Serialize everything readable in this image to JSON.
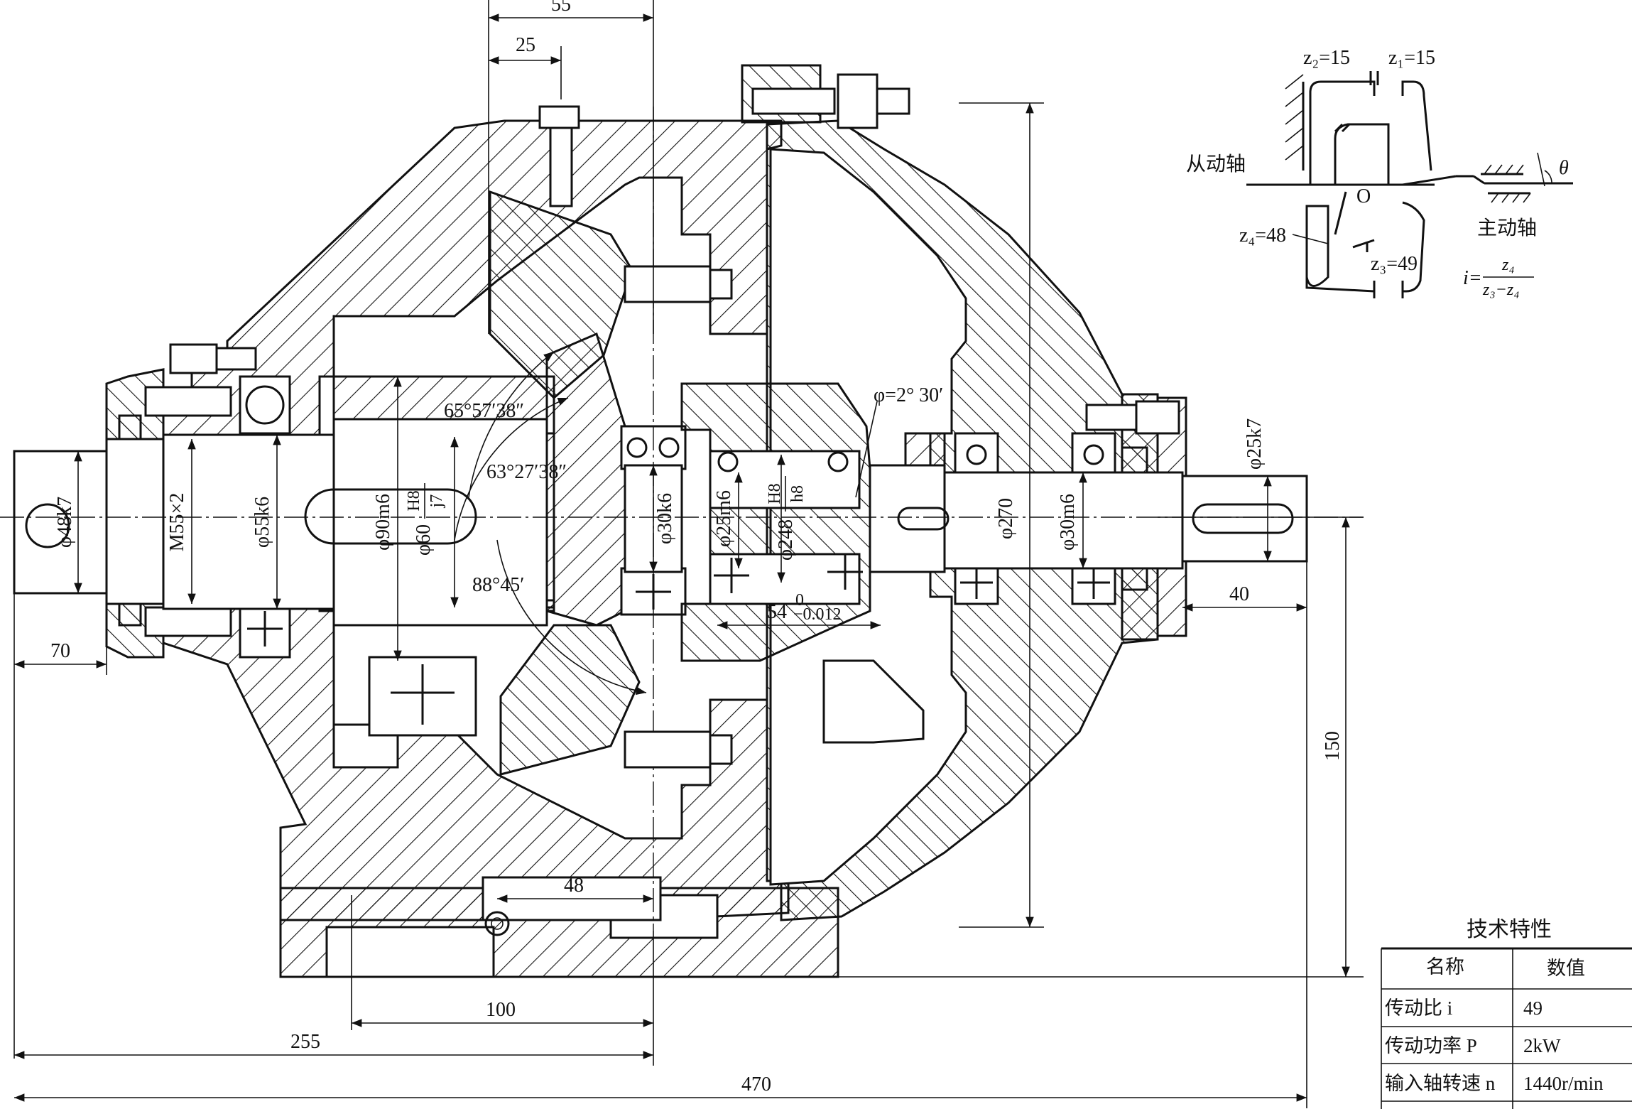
{
  "dimensions": {
    "d55": "55",
    "d25": "25",
    "d70": "70",
    "d255": "255",
    "d100": "100",
    "d48": "48",
    "d470": "470",
    "d40": "40",
    "d150": "150",
    "phi48k7": "φ48k7",
    "m55": "M55×2",
    "phi55k6": "φ55k6",
    "phi90m6": "φ90m6",
    "phi60": "φ60",
    "fit_h8": "H8",
    "fit_j7": "j7",
    "phi30k6": "φ30k6",
    "phi25m6": "φ25m6",
    "phi248": "φ248",
    "fit_h8b": "H8",
    "fit_h8n": "h8",
    "phi270": "φ270",
    "phi30m6": "φ30m6",
    "phi25k7": "φ25k7",
    "ang1": "65°57′38″",
    "ang2": "63°27′38″",
    "ang3": "88°45′",
    "phi_angle": "φ=2° 30′",
    "tol54": "54",
    "tol54_upper": "0",
    "tol54_lower": "−0.012"
  },
  "schematic": {
    "z2": "z₂=15",
    "z1": "z₁=15",
    "z4": "z₄=48",
    "z3": "z₃=49",
    "driven_shaft": "从动轴",
    "driving_shaft": "主动轴",
    "point_o": "O",
    "theta": "θ",
    "ratio_lhs": "i=",
    "ratio_num": "z₄",
    "ratio_den": "z₃−z₄"
  },
  "table": {
    "title": "技术特性",
    "header_name": "名称",
    "header_value": "数值",
    "rows": [
      {
        "name": "传动比 i",
        "value": "49"
      },
      {
        "name": "传动功率 P",
        "value": "2kW"
      },
      {
        "name": "输入轴转速 n",
        "value": "1440r/min"
      }
    ]
  }
}
